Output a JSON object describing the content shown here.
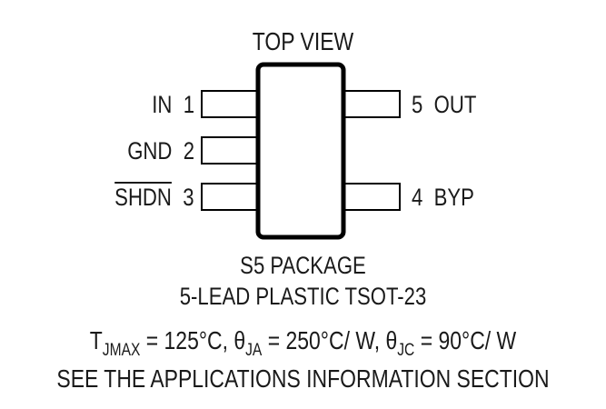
{
  "diagram": {
    "title": "TOP VIEW",
    "pins_left": [
      {
        "name": "IN",
        "number": "1",
        "overline": false
      },
      {
        "name": "GND",
        "number": "2",
        "overline": false
      },
      {
        "name": "SHDN",
        "number": "3",
        "overline": true
      }
    ],
    "pins_right": [
      {
        "number": "5",
        "name": "OUT"
      },
      {
        "number": "4",
        "name": "BYP"
      }
    ],
    "package_line1": "S5 PACKAGE",
    "package_line2": "5-LEAD PLASTIC TSOT-23",
    "thermal": {
      "tj_symbol": "T",
      "tj_sub": "JMAX",
      "tj_value": " = 125°C, ",
      "ja_symbol": "θ",
      "ja_sub": "JA",
      "ja_value": " = 250°C/ W, ",
      "jc_symbol": "θ",
      "jc_sub": "JC",
      "jc_value": " = 90°C/ W"
    },
    "note": "SEE THE APPLICATIONS INFORMATION SECTION"
  },
  "colors": {
    "stroke": "#000000",
    "text": "#1a1a1a",
    "background": "#ffffff"
  }
}
